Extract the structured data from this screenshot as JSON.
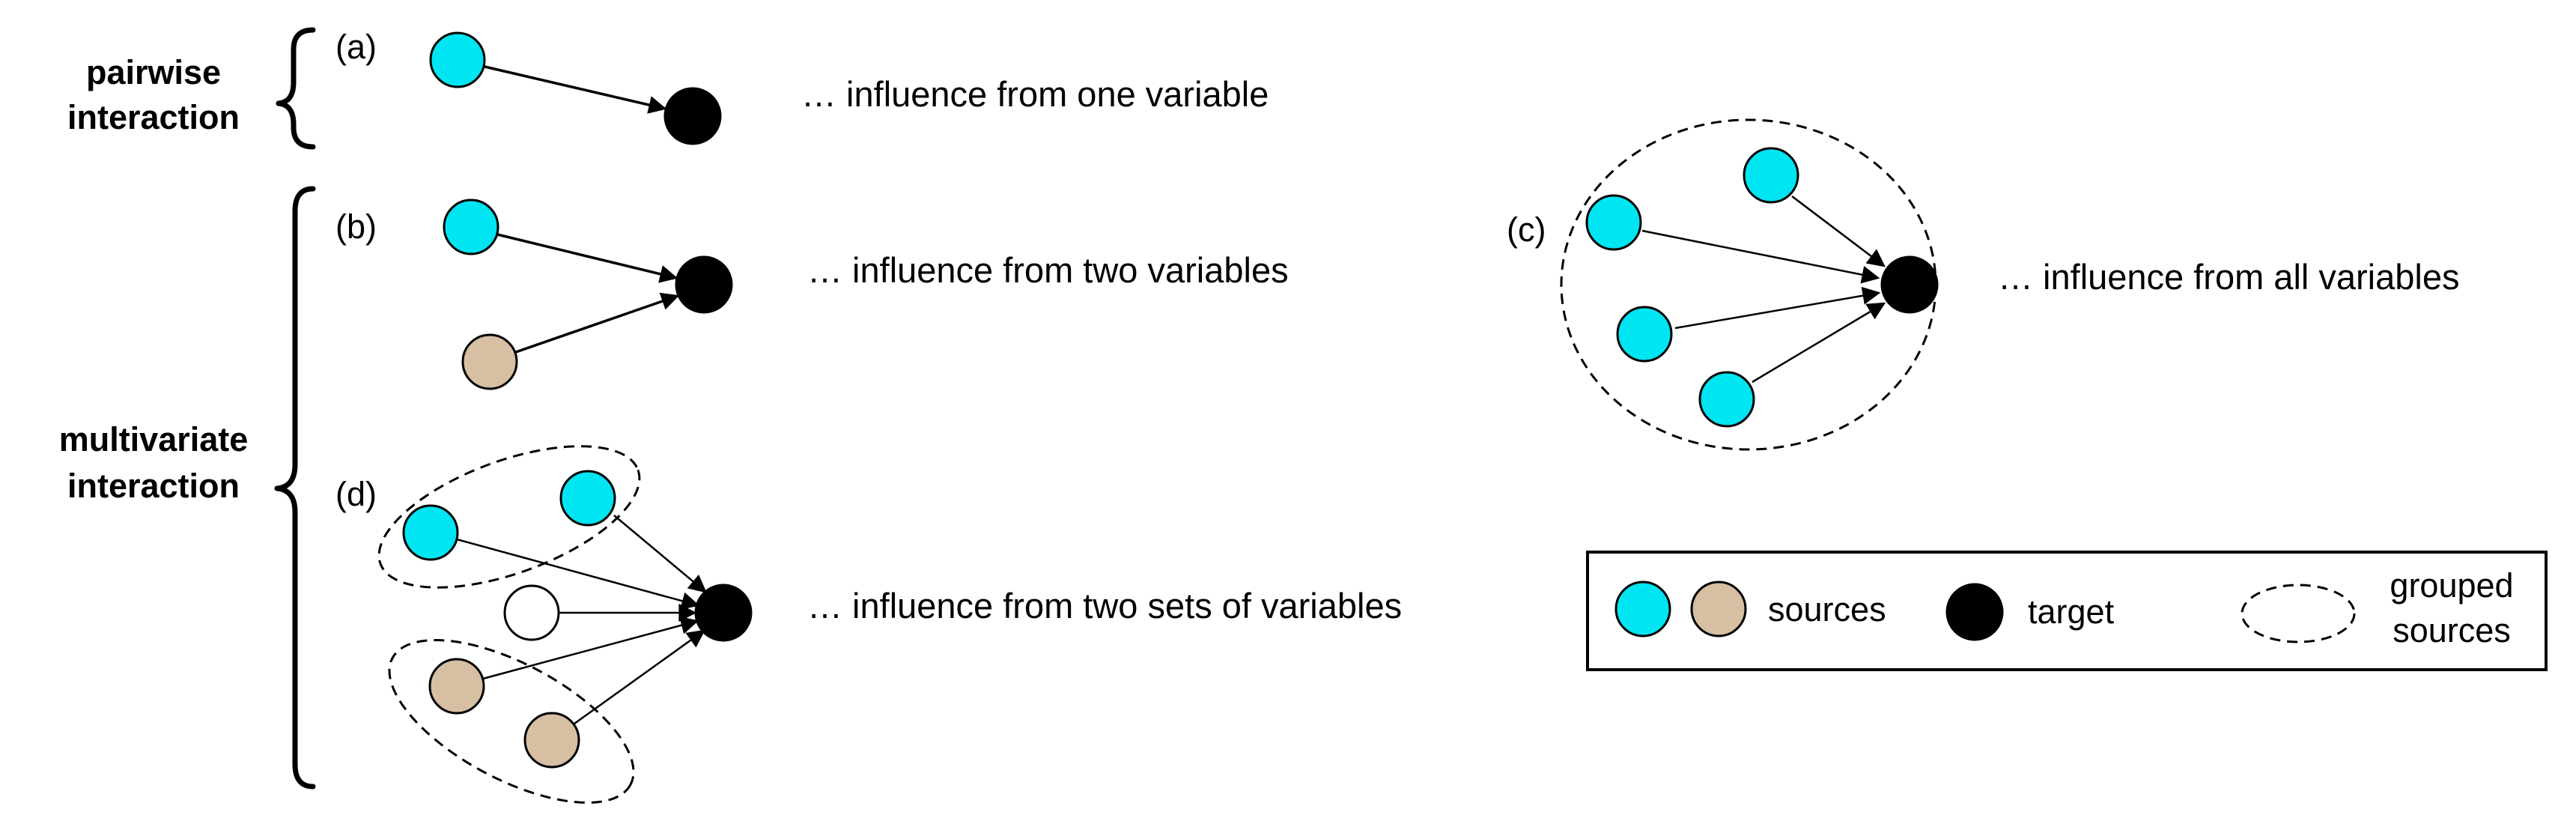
{
  "colors": {
    "source_cyan": "#00E5F2",
    "source_tan": "#D6BFA2",
    "source_white": "#FFFFFF",
    "target": "#000000"
  },
  "labels": {
    "pairwise_line1": "pairwise",
    "pairwise_line2": "interaction",
    "multivariate_line1": "multivariate",
    "multivariate_line2": "interaction"
  },
  "panels": {
    "a": {
      "label": "(a)",
      "caption": "… influence from one variable"
    },
    "b": {
      "label": "(b)",
      "caption": "… influence from two variables"
    },
    "c": {
      "label": "(c)",
      "caption": "… influence from all variables"
    },
    "d": {
      "label": "(d)",
      "caption": "… influence from two sets of variables"
    }
  },
  "legend": {
    "sources": "sources",
    "target": "target",
    "grouped_line1": "grouped",
    "grouped_line2": "sources"
  }
}
